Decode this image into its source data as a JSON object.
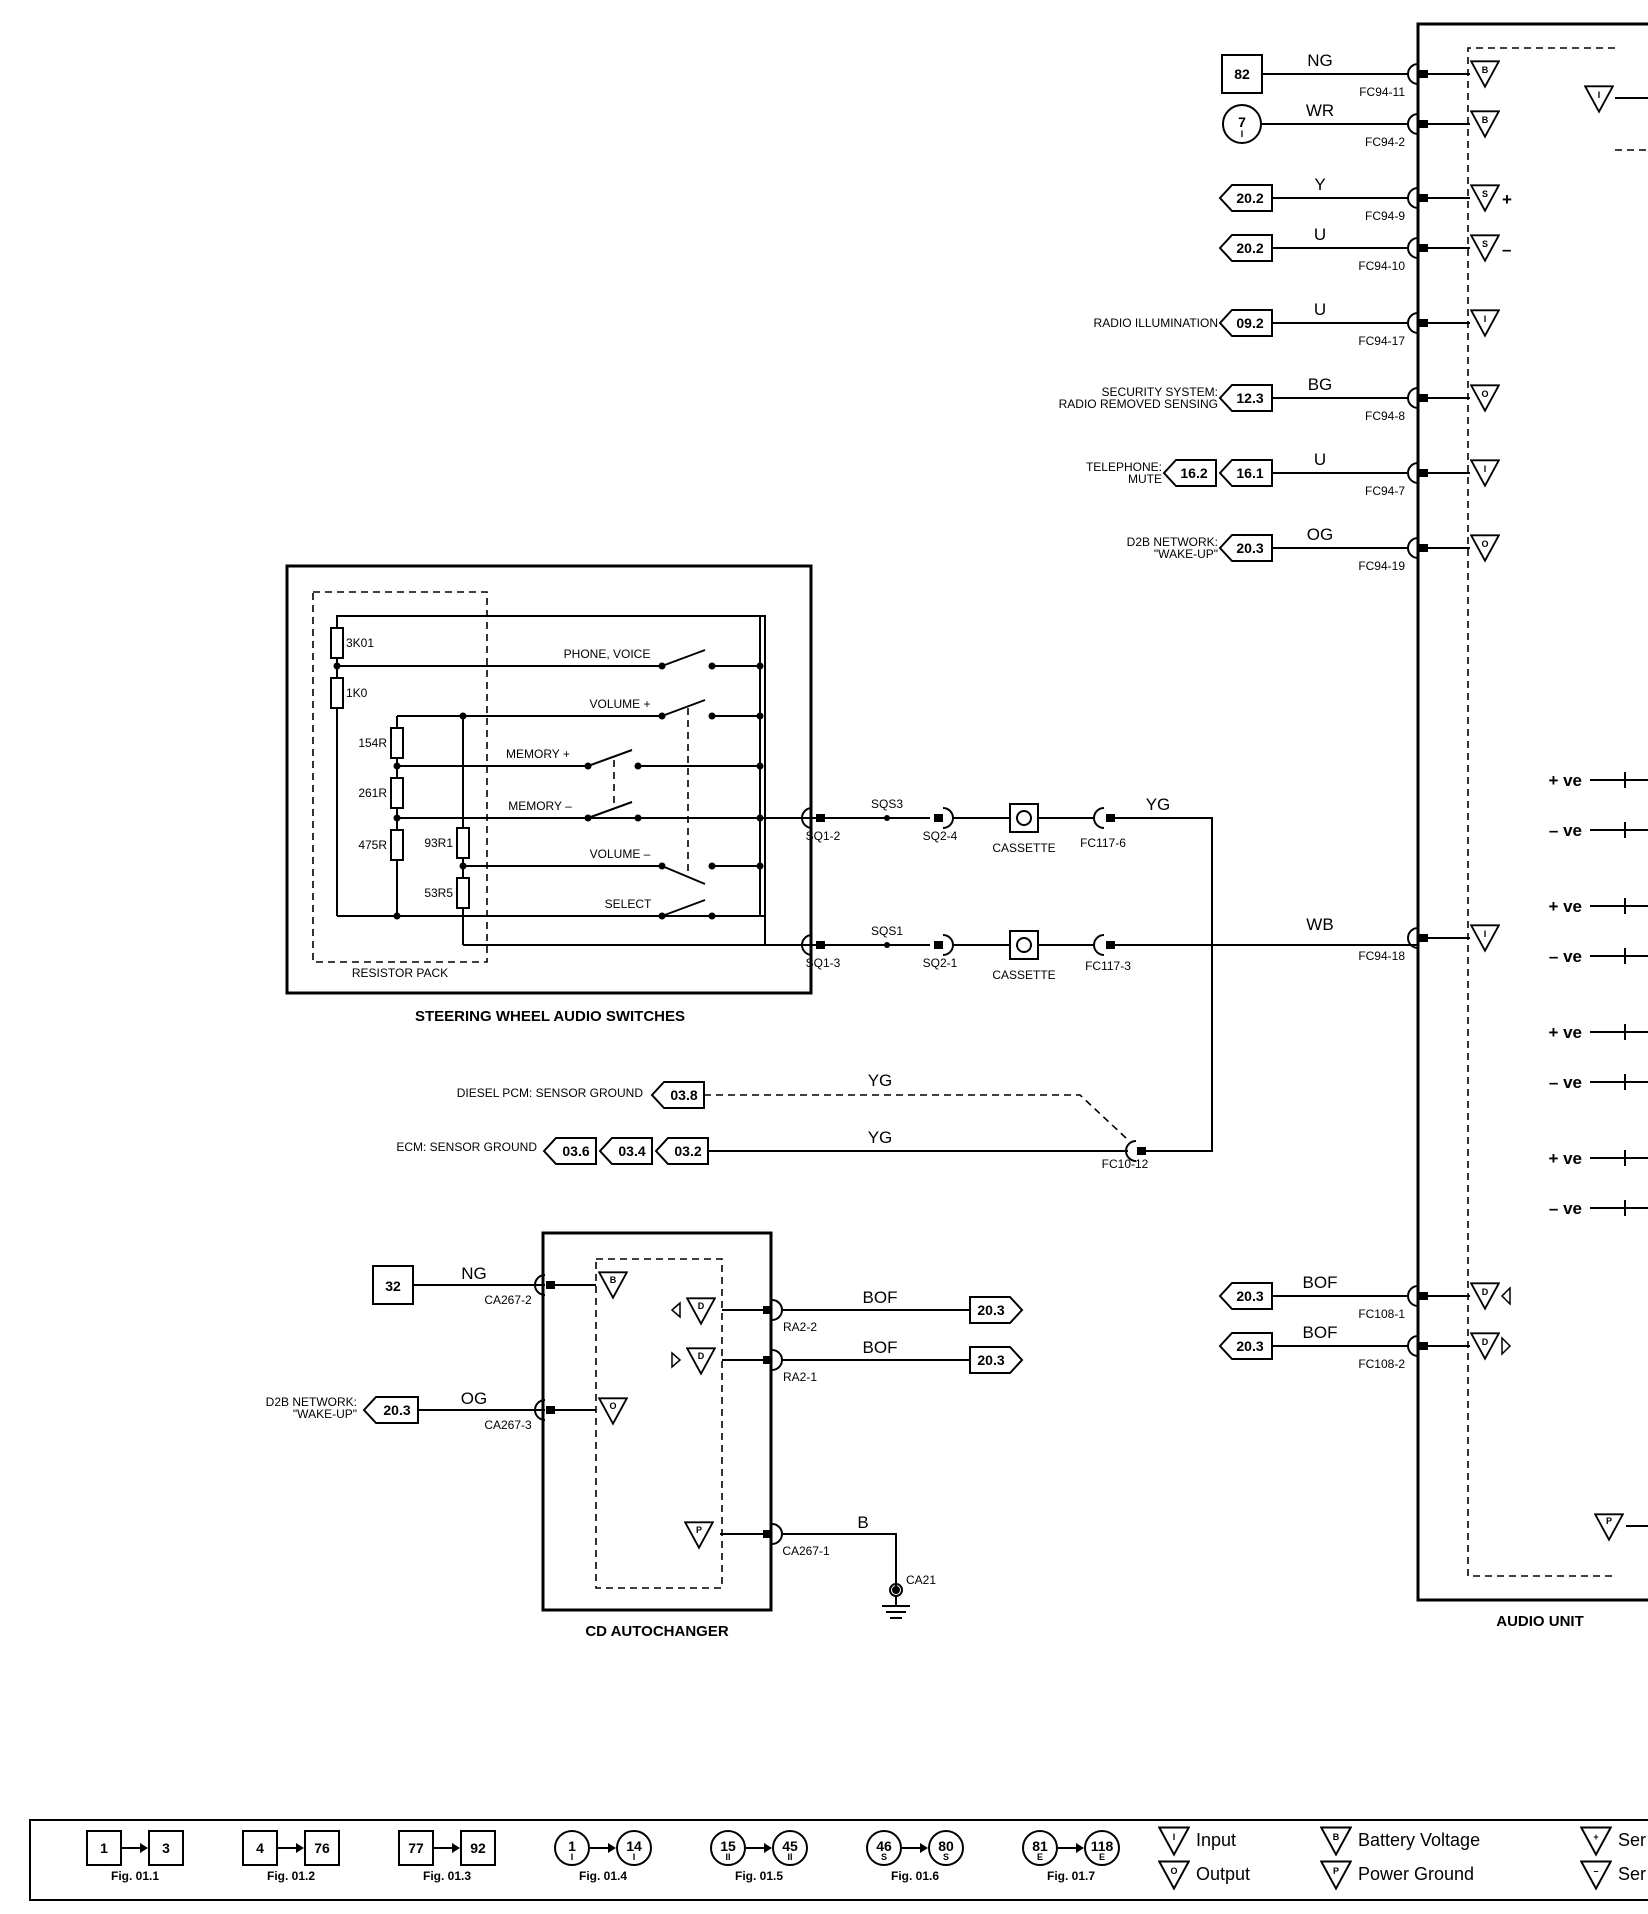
{
  "audio_unit": {
    "title": "AUDIO UNIT",
    "pins": [
      {
        "ref": "82",
        "ref_shape": "square",
        "color": "NG",
        "connector": "FC94-11",
        "symbol": "B"
      },
      {
        "ref": "7",
        "ref_sub": "I",
        "ref_shape": "circle",
        "color": "WR",
        "connector": "FC94-2",
        "symbol": "B"
      },
      {
        "ref": "20.2",
        "ref_shape": "tag-left",
        "color": "Y",
        "connector": "FC94-9",
        "symbol": "S",
        "sign": "+"
      },
      {
        "ref": "20.2",
        "ref_shape": "tag-left",
        "color": "U",
        "connector": "FC94-10",
        "symbol": "S",
        "sign": "–"
      },
      {
        "label": "RADIO ILLUMINATION",
        "ref": "09.2",
        "ref_shape": "tag-left",
        "color": "U",
        "connector": "FC94-17",
        "symbol": "I"
      },
      {
        "label_lines": [
          "SECURITY SYSTEM:",
          "RADIO REMOVED SENSING"
        ],
        "ref": "12.3",
        "ref_shape": "tag-left",
        "color": "BG",
        "connector": "FC94-8",
        "symbol": "O"
      },
      {
        "label_lines": [
          "TELEPHONE:",
          "MUTE"
        ],
        "refs": [
          "16.2",
          "16.1"
        ],
        "ref_shape": "tag-left",
        "color": "U",
        "connector": "FC94-7",
        "symbol": "I"
      },
      {
        "label_lines": [
          "D2B NETWORK:",
          "\"WAKE-UP\""
        ],
        "ref": "20.3",
        "ref_shape": "tag-left",
        "color": "OG",
        "connector": "FC94-19",
        "symbol": "O"
      },
      {
        "color": "WB",
        "connector": "FC94-18",
        "symbol": "I"
      },
      {
        "ref": "20.3",
        "ref_shape": "tag-left",
        "color": "BOF",
        "connector": "FC108-1",
        "symbol": "D"
      },
      {
        "ref": "20.3",
        "ref_shape": "tag-left",
        "color": "BOF",
        "connector": "FC108-2",
        "symbol": "D"
      }
    ],
    "speaker_outputs": [
      "+ ve",
      "– ve",
      "+ ve",
      "– ve",
      "+ ve",
      "– ve",
      "+ ve",
      "– ve"
    ]
  },
  "steering_wheel": {
    "title": "STEERING WHEEL AUDIO SWITCHES",
    "resistor_pack_label": "RESISTOR PACK",
    "resistors": [
      "3K01",
      "1K0",
      "154R",
      "261R",
      "475R",
      "93R1",
      "53R5"
    ],
    "switches": [
      "PHONE, VOICE",
      "VOLUME +",
      "MEMORY +",
      "MEMORY –",
      "VOLUME –",
      "SELECT"
    ],
    "connectors": {
      "sq1_2": "SQ1-2",
      "sq1_3": "SQ1-3",
      "sqs3": "SQS3",
      "sqs1": "SQS1",
      "sq2_4": "SQ2-4",
      "sq2_1": "SQ2-1",
      "cassette": "CASSETTE",
      "fc117_6": "FC117-6",
      "fc117_3": "FC117-3",
      "yg": "YG"
    }
  },
  "sensor_ground": {
    "diesel_label": "DIESEL PCM: SENSOR GROUND",
    "diesel_ref": "03.8",
    "ecm_label": "ECM: SENSOR GROUND",
    "ecm_refs": [
      "03.6",
      "03.4",
      "03.2"
    ],
    "color": "YG",
    "connector": "FC10-12"
  },
  "cd_autochanger": {
    "title": "CD AUTOCHANGER",
    "inputs": [
      {
        "ref": "32",
        "ref_shape": "square",
        "color": "NG",
        "connector": "CA267-2",
        "symbol": "B"
      },
      {
        "label_lines": [
          "D2B NETWORK:",
          "\"WAKE-UP\""
        ],
        "ref": "20.3",
        "ref_shape": "tag-left",
        "color": "OG",
        "connector": "CA267-3",
        "symbol": "O"
      }
    ],
    "outputs": [
      {
        "ref": "20.3",
        "color": "BOF",
        "connector": "RA2-2",
        "symbol": "D"
      },
      {
        "ref": "20.3",
        "color": "BOF",
        "connector": "RA2-1",
        "symbol": "D"
      }
    ],
    "ground": {
      "color": "B",
      "connector": "CA267-1",
      "ground": "CA21",
      "symbol": "P"
    }
  },
  "legend": {
    "figs": [
      {
        "from": "1",
        "to": "3",
        "shape": "square",
        "fig": "Fig. 01.1"
      },
      {
        "from": "4",
        "to": "76",
        "shape": "square",
        "fig": "Fig. 01.2"
      },
      {
        "from": "77",
        "to": "92",
        "shape": "square",
        "fig": "Fig. 01.3"
      },
      {
        "from": "1",
        "from_sub": "I",
        "to": "14",
        "to_sub": "I",
        "shape": "circle",
        "fig": "Fig. 01.4"
      },
      {
        "from": "15",
        "from_sub": "II",
        "to": "45",
        "to_sub": "II",
        "shape": "circle",
        "fig": "Fig. 01.5"
      },
      {
        "from": "46",
        "from_sub": "S",
        "to": "80",
        "to_sub": "S",
        "shape": "circle",
        "fig": "Fig. 01.6"
      },
      {
        "from": "81",
        "from_sub": "E",
        "to": "118",
        "to_sub": "E",
        "shape": "circle",
        "fig": "Fig. 01.7"
      }
    ],
    "symbols": [
      {
        "sym": "I",
        "label": "Input"
      },
      {
        "sym": "O",
        "label": "Output"
      },
      {
        "sym": "B",
        "label": "Battery Voltage"
      },
      {
        "sym": "P",
        "label": "Power Ground"
      },
      {
        "sym": "+",
        "label": "Ser"
      },
      {
        "sym": "–",
        "label": "Ser"
      }
    ]
  }
}
